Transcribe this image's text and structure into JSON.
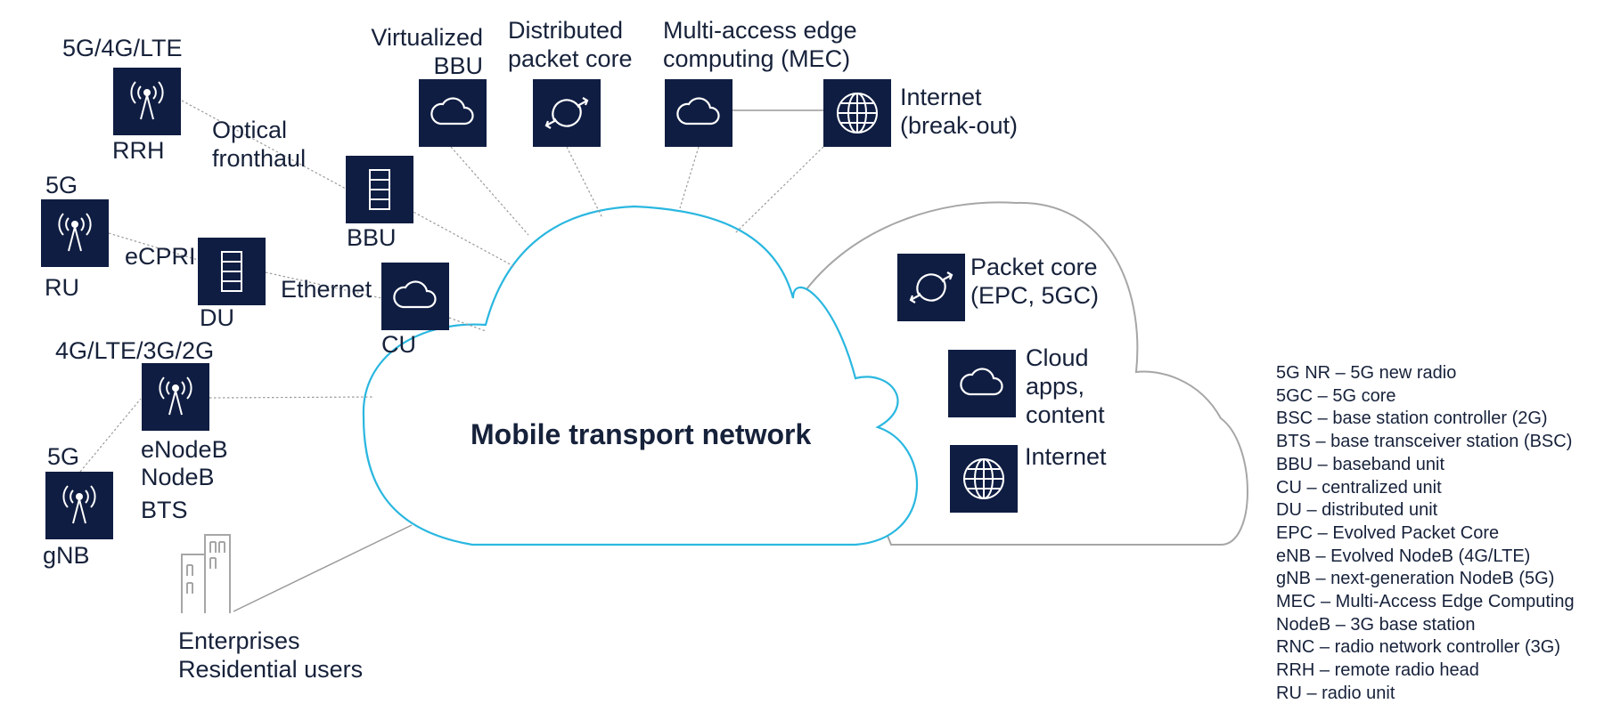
{
  "title": "Mobile transport network",
  "labels": {
    "lte_5g_4g": "5G/4G/LTE",
    "rrh": "RRH",
    "optical": "Optical",
    "fronthaul": "fronthaul",
    "virtualized": "Virtualized",
    "bbu_top": "BBU",
    "distributed": "Distributed",
    "packet_core_top": "packet core",
    "mec_line1": "Multi-access edge",
    "mec_line2": "computing (MEC)",
    "internet_line1": "Internet",
    "internet_line2": "(break-out)",
    "g5_ru": "5G",
    "ru": "RU",
    "bbu": "BBU",
    "ecpri": "eCPRI",
    "du": "DU",
    "ethernet": "Ethernet",
    "cu": "CU",
    "multi_g": "4G/LTE/3G/2G",
    "enodeb": "eNodeB",
    "nodeb": "NodeB",
    "bts": "BTS",
    "g5_gnb": "5G",
    "gnb": "gNB",
    "enterprises": "Enterprises",
    "residential": "Residential users",
    "packet_core_1": "Packet core",
    "packet_core_2": "(EPC, 5GC)",
    "cloud_apps_1": "Cloud",
    "cloud_apps_2": "apps,",
    "cloud_apps_3": "content",
    "internet_core": "Internet"
  },
  "icons": {
    "rrh": "antenna-icon",
    "virtualized_bbu": "cloud-icon",
    "distributed_core": "circular-arrows-icon",
    "mec": "cloud-icon",
    "internet_breakout": "globe-icon",
    "bbu": "server-rack-icon",
    "ru": "antenna-icon",
    "du": "server-rack-icon",
    "cu": "cloud-icon",
    "enodeb": "antenna-icon",
    "gnb": "antenna-icon",
    "enterprises": "buildings-icon",
    "packet_core": "circular-arrows-icon",
    "cloud_apps": "cloud-icon",
    "internet_core": "globe-icon"
  },
  "colors": {
    "icon_bg": "#0f1d42",
    "transport_cloud": "#2ab7e0",
    "core_cloud": "#a6a6a6",
    "text": "#16213a"
  },
  "legend": [
    "5G NR – 5G new radio",
    "5GC – 5G core",
    "BSC – base station controller (2G)",
    "BTS – base transceiver station (BSC)",
    "BBU – baseband unit",
    "CU – centralized unit",
    "DU – distributed unit",
    "EPC – Evolved Packet Core",
    "eNB – Evolved NodeB (4G/LTE)",
    "gNB – next-generation NodeB (5G)",
    "MEC – Multi-Access Edge Computing",
    "NodeB – 3G base station",
    "RNC – radio network controller (3G)",
    "RRH – remote radio head",
    "RU – radio unit"
  ]
}
